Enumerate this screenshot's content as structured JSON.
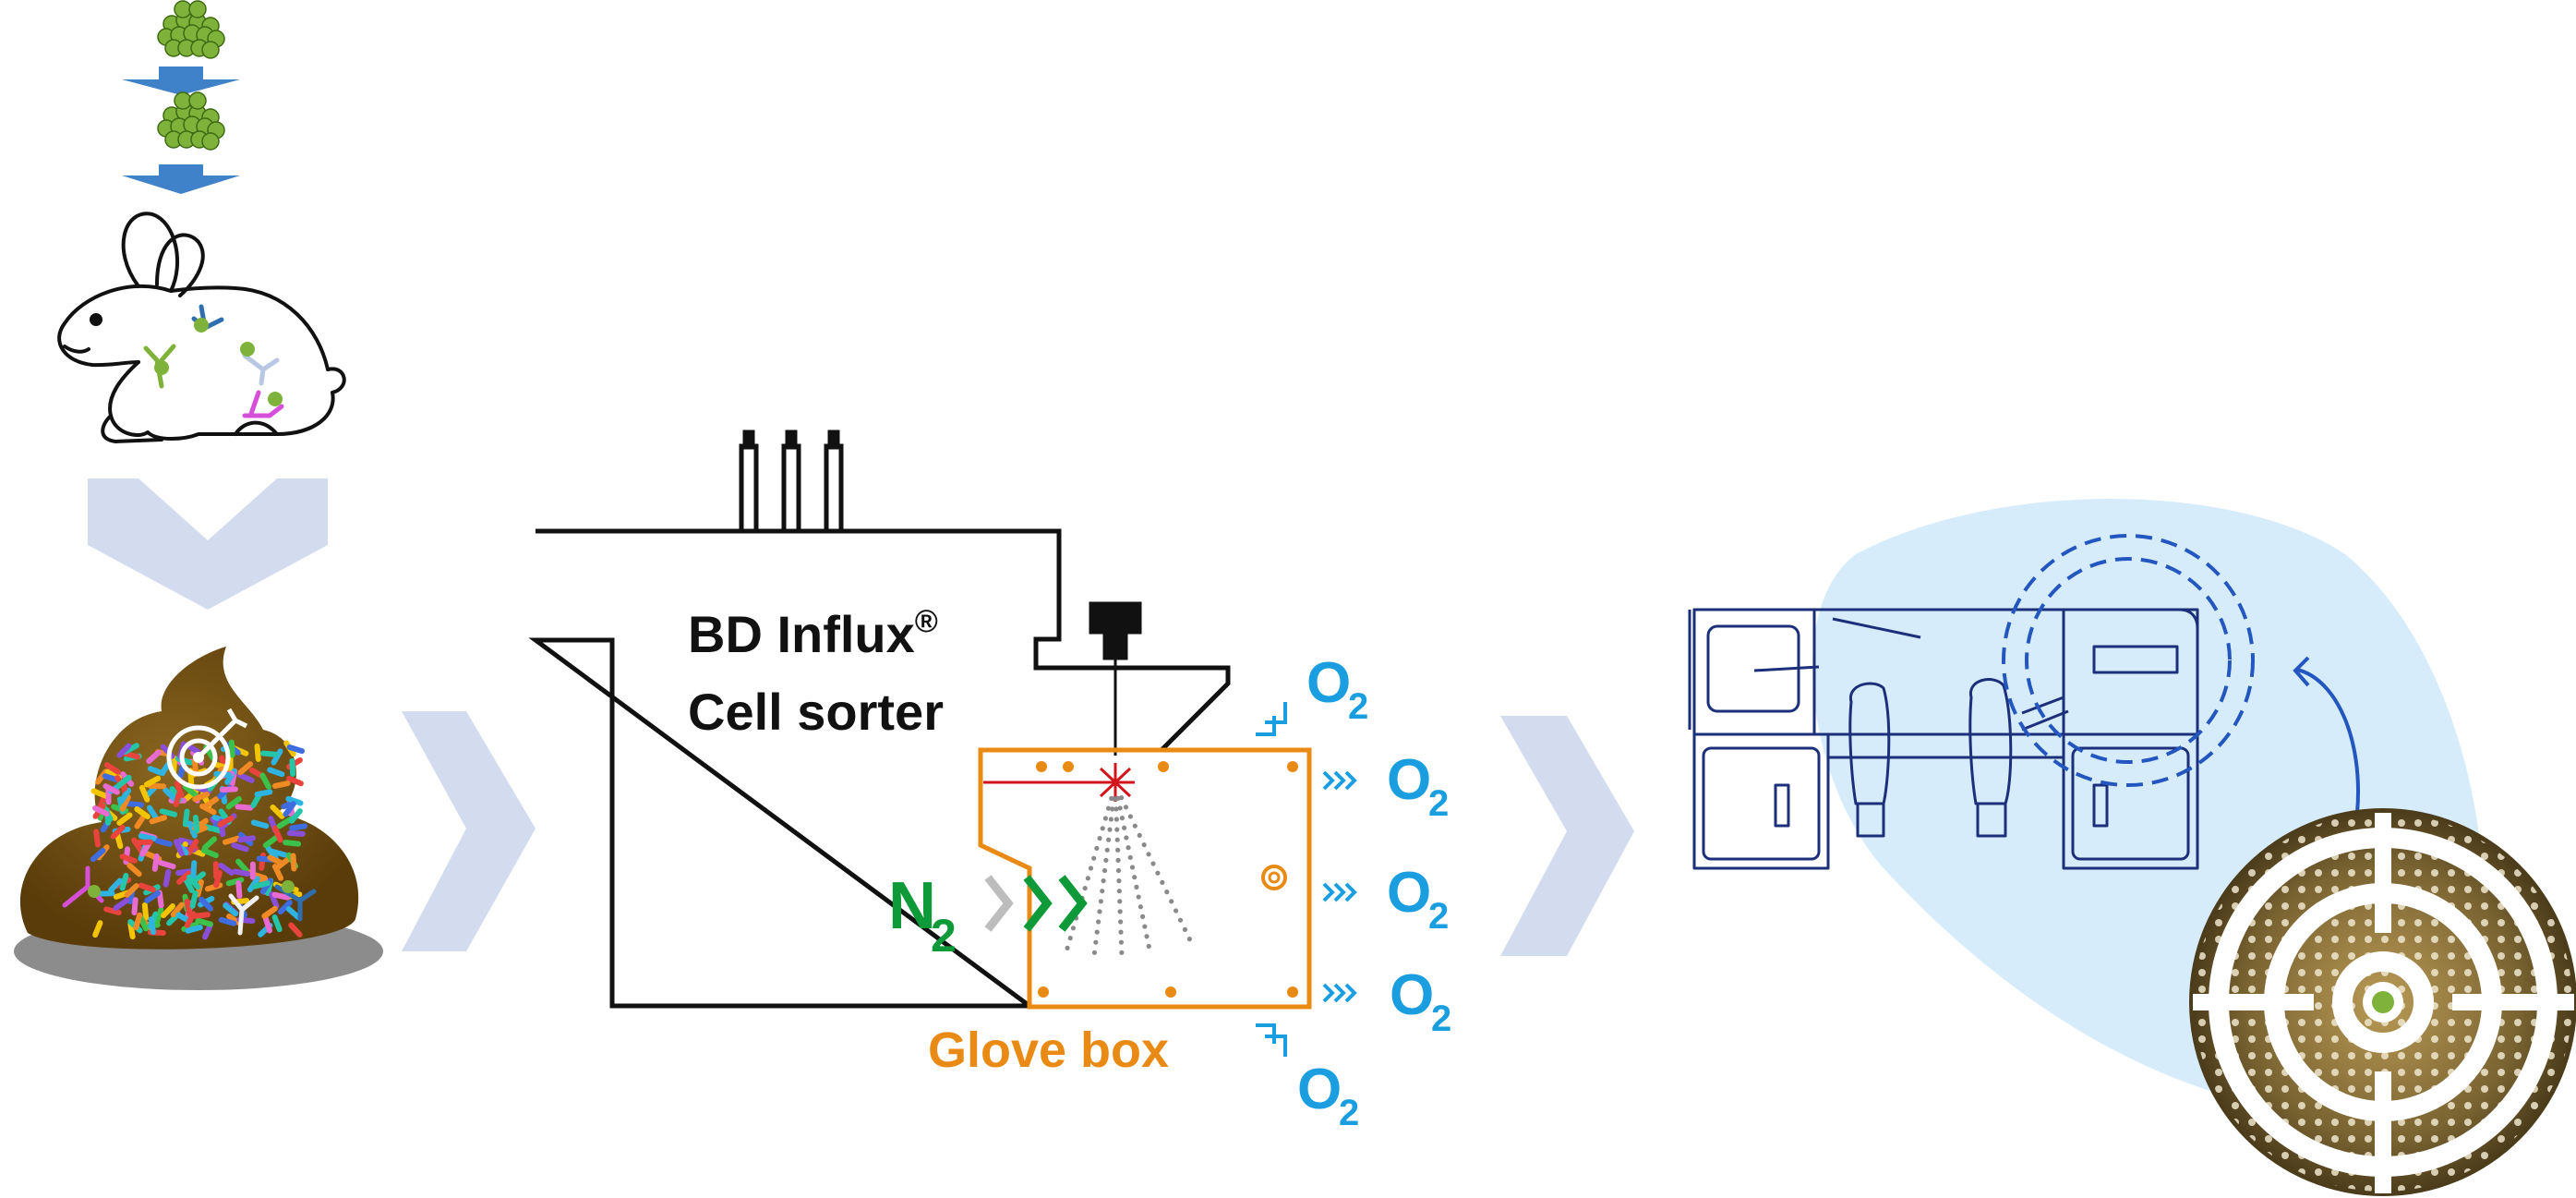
{
  "sorter": {
    "name_line1": "BD Influx",
    "registered": "®",
    "name_line2": "Cell sorter"
  },
  "glove_box": {
    "label": "Glove box"
  },
  "nitrogen": {
    "symbol": "N",
    "subscript": "2"
  },
  "oxygen": {
    "labels": [
      {
        "symbol": "O",
        "subscript": "2"
      },
      {
        "symbol": "O",
        "subscript": "2"
      },
      {
        "symbol": "O",
        "subscript": "2"
      },
      {
        "symbol": "O",
        "subscript": "2"
      },
      {
        "symbol": "O",
        "subscript": "2"
      }
    ]
  },
  "colors": {
    "flow_chevron": "#d3dcee",
    "glove_box": "#e98a14",
    "nitrogen": "#0f9a3a",
    "oxygen": "#1a9ee0",
    "blob": "#d7ecfb",
    "anaerobic_chamber_line": "#1c2f7a",
    "particle_green": "#7fb23a",
    "feces_brown": "#6b4a10",
    "laser_red": "#d2151b"
  },
  "icons": [
    "particle-cluster-icon",
    "down-arrow-icon",
    "rabbit-icon",
    "antibody-icon",
    "feces-icon",
    "target-icon",
    "cell-sorter-icon",
    "anaerobic-chamber-icon",
    "crosshair-plate-icon"
  ]
}
